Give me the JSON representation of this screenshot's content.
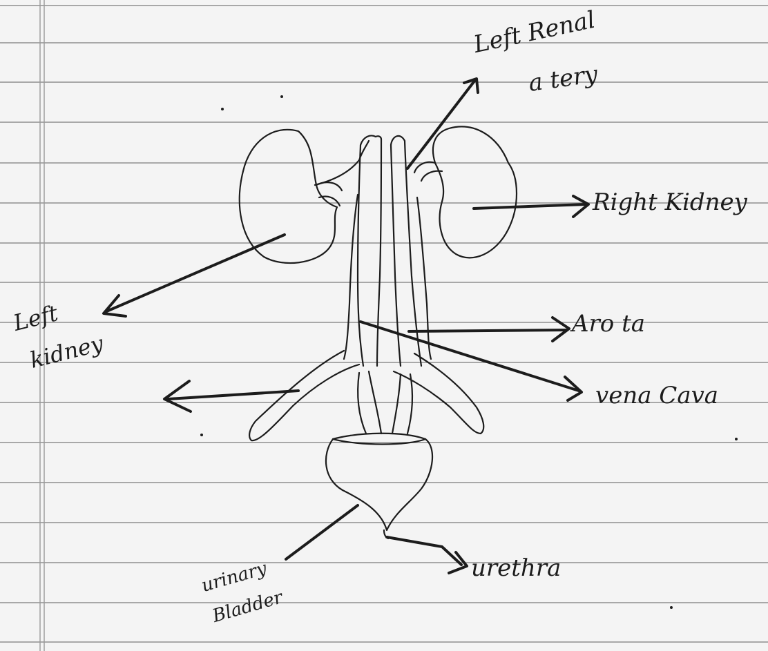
{
  "page": {
    "paper_color": "#f4f4f4",
    "rule_color": "#8f8f8f",
    "ink_color": "#1c1c1c"
  },
  "diagram": {
    "labels": {
      "left_renal_artery_line1": "Left Renal",
      "left_renal_artery_line2": "a tery",
      "right_kidney": "Right Kidney",
      "left_kidney_line1": "Left",
      "left_kidney_line2": "kidney",
      "aorta": "Aro ta",
      "vena_cava": "vena Cava",
      "urinary_bladder_line1": "urinary",
      "urinary_bladder_line2": "Bladder",
      "urethra": "urethra"
    }
  }
}
